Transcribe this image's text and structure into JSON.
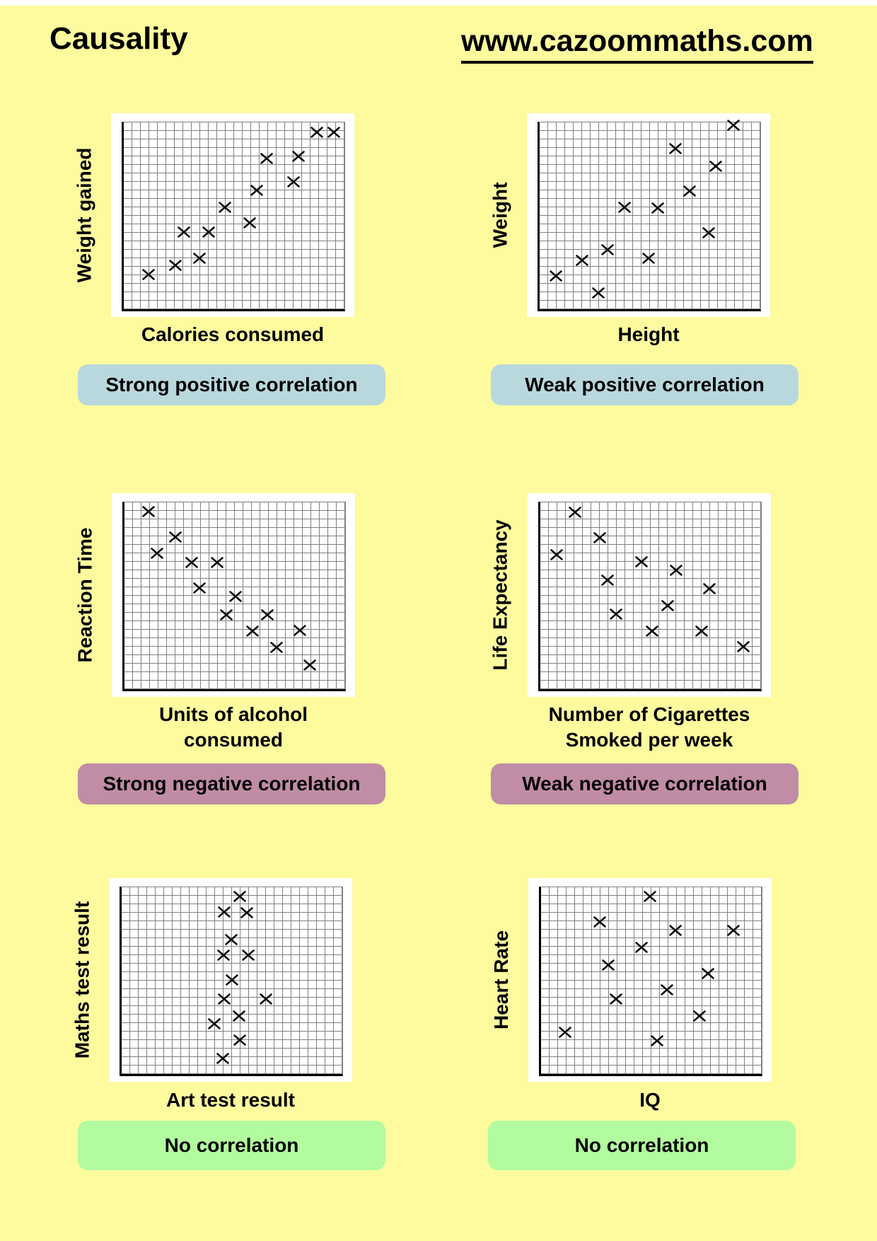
{
  "page": {
    "title": "Causality",
    "website": "www.cazoommaths.com",
    "background_color": "#fdfb9e"
  },
  "colors": {
    "positive": "#b9d8de",
    "negative": "#c18ca6",
    "none": "#b2fb9e",
    "grid_line": "#808080",
    "marker": "#111111",
    "panel": "#ffffff"
  },
  "chart_data": [
    {
      "type": "scatter",
      "marker": "x",
      "ylabel": "Weight gained",
      "xlabel": "Calories consumed",
      "correlation": "Strong positive correlation",
      "correlation_type": "positive",
      "grid": {
        "cols": 26,
        "rows": 22
      },
      "axis_ticks": "none",
      "points_units": "percent of plot area, y measured from bottom axis",
      "points": [
        {
          "x": 87.5,
          "y": 94.7
        },
        {
          "x": 95.2,
          "y": 94.7
        },
        {
          "x": 64.7,
          "y": 80.7
        },
        {
          "x": 79.2,
          "y": 81.8
        },
        {
          "x": 76.9,
          "y": 68.2
        },
        {
          "x": 60.3,
          "y": 63.6
        },
        {
          "x": 45.8,
          "y": 54.5
        },
        {
          "x": 57.1,
          "y": 46.2
        },
        {
          "x": 27.2,
          "y": 41.3
        },
        {
          "x": 38.5,
          "y": 41.3
        },
        {
          "x": 34.3,
          "y": 27.3
        },
        {
          "x": 23.4,
          "y": 23.5
        },
        {
          "x": 11.2,
          "y": 18.6
        }
      ]
    },
    {
      "type": "scatter",
      "marker": "x",
      "ylabel": "Weight",
      "xlabel": "Height",
      "correlation": "Weak positive correlation",
      "correlation_type": "positive",
      "grid": {
        "cols": 26,
        "rows": 22
      },
      "axis_ticks": "none",
      "points_units": "percent of plot area, y measured from bottom axis",
      "points": [
        {
          "x": 87.8,
          "y": 98.5
        },
        {
          "x": 61.4,
          "y": 85.9
        },
        {
          "x": 79.7,
          "y": 76.7
        },
        {
          "x": 67.8,
          "y": 63.4
        },
        {
          "x": 38.6,
          "y": 54.6
        },
        {
          "x": 53.4,
          "y": 54.2
        },
        {
          "x": 76.5,
          "y": 40.8
        },
        {
          "x": 30.9,
          "y": 31.7
        },
        {
          "x": 19.3,
          "y": 26.3
        },
        {
          "x": 49.2,
          "y": 27.1
        },
        {
          "x": 7.4,
          "y": 17.9
        },
        {
          "x": 26.7,
          "y": 8.8
        }
      ]
    },
    {
      "type": "scatter",
      "marker": "x",
      "ylabel": "Reaction Time",
      "xlabel": "Units of alcohol consumed",
      "correlation": "Strong negative correlation",
      "correlation_type": "negative",
      "grid": {
        "cols": 26,
        "rows": 22
      },
      "axis_ticks": "none",
      "points_units": "percent of plot area, y measured from bottom axis",
      "points": [
        {
          "x": 11.0,
          "y": 95.0
        },
        {
          "x": 23.0,
          "y": 81.6
        },
        {
          "x": 14.6,
          "y": 72.8
        },
        {
          "x": 30.4,
          "y": 67.8
        },
        {
          "x": 42.1,
          "y": 67.8
        },
        {
          "x": 34.0,
          "y": 54.0
        },
        {
          "x": 50.2,
          "y": 49.8
        },
        {
          "x": 46.0,
          "y": 39.8
        },
        {
          "x": 64.7,
          "y": 39.8
        },
        {
          "x": 57.9,
          "y": 31.0
        },
        {
          "x": 79.6,
          "y": 31.4
        },
        {
          "x": 68.9,
          "y": 22.2
        },
        {
          "x": 84.1,
          "y": 12.7
        }
      ]
    },
    {
      "type": "scatter",
      "marker": "x",
      "ylabel": "Life Expectancy",
      "xlabel": "Number of Cigarettes\nSmoked per week",
      "correlation": "Weak negative correlation",
      "correlation_type": "negative",
      "grid": {
        "cols": 26,
        "rows": 22
      },
      "axis_ticks": "none",
      "points_units": "percent of plot area, y measured from bottom axis",
      "points": [
        {
          "x": 15.6,
          "y": 94.6
        },
        {
          "x": 26.9,
          "y": 81.2
        },
        {
          "x": 7.5,
          "y": 71.9
        },
        {
          "x": 45.8,
          "y": 68.1
        },
        {
          "x": 61.4,
          "y": 63.5
        },
        {
          "x": 30.5,
          "y": 58.5
        },
        {
          "x": 76.6,
          "y": 53.8
        },
        {
          "x": 57.8,
          "y": 44.6
        },
        {
          "x": 34.4,
          "y": 40.0
        },
        {
          "x": 50.6,
          "y": 31.2
        },
        {
          "x": 73.0,
          "y": 31.2
        },
        {
          "x": 91.9,
          "y": 22.7
        }
      ]
    },
    {
      "type": "scatter",
      "marker": "x",
      "ylabel": "Maths test result",
      "xlabel": "Art test result",
      "correlation": "No correlation",
      "correlation_type": "none",
      "grid": {
        "cols": 26,
        "rows": 22
      },
      "axis_ticks": "none",
      "points_units": "percent of plot area, y measured from bottom axis",
      "points": [
        {
          "x": 53.5,
          "y": 95.0
        },
        {
          "x": 46.5,
          "y": 86.6
        },
        {
          "x": 56.8,
          "y": 86.2
        },
        {
          "x": 49.7,
          "y": 72.0
        },
        {
          "x": 46.1,
          "y": 63.6
        },
        {
          "x": 57.4,
          "y": 63.6
        },
        {
          "x": 50.0,
          "y": 50.2
        },
        {
          "x": 46.5,
          "y": 40.2
        },
        {
          "x": 65.5,
          "y": 40.2
        },
        {
          "x": 53.2,
          "y": 31.0
        },
        {
          "x": 41.9,
          "y": 26.8
        },
        {
          "x": 53.5,
          "y": 18.0
        },
        {
          "x": 45.8,
          "y": 8.4
        }
      ]
    },
    {
      "type": "scatter",
      "marker": "x",
      "ylabel": "Heart Rate",
      "xlabel": "IQ",
      "correlation": "No correlation",
      "correlation_type": "none",
      "grid": {
        "cols": 26,
        "rows": 22
      },
      "axis_ticks": "none",
      "points_units": "percent of plot area, y measured from bottom axis",
      "points": [
        {
          "x": 49.5,
          "y": 95.0
        },
        {
          "x": 26.5,
          "y": 81.5
        },
        {
          "x": 61.0,
          "y": 76.9
        },
        {
          "x": 87.2,
          "y": 76.9
        },
        {
          "x": 45.4,
          "y": 67.7
        },
        {
          "x": 30.4,
          "y": 58.5
        },
        {
          "x": 75.7,
          "y": 53.8
        },
        {
          "x": 56.9,
          "y": 45.0
        },
        {
          "x": 33.9,
          "y": 40.0
        },
        {
          "x": 71.9,
          "y": 31.2
        },
        {
          "x": 10.9,
          "y": 22.3
        },
        {
          "x": 52.7,
          "y": 17.7
        }
      ]
    }
  ]
}
